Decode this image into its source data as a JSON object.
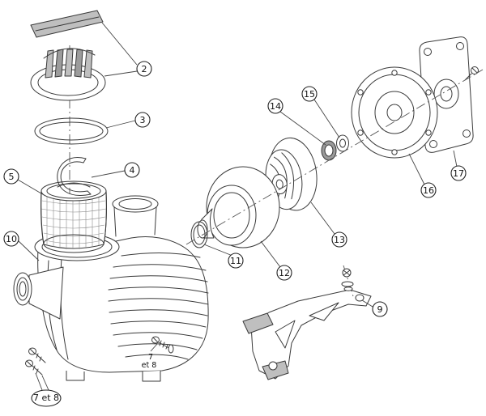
{
  "diagram": {
    "type": "exploded-parts-diagram",
    "subject": "pool pump assembly",
    "background": "#ffffff",
    "line_color": "#3a3a3a",
    "shade_color": "#bfbfbf"
  },
  "callouts": [
    {
      "id": "callout-2",
      "label": "2"
    },
    {
      "id": "callout-3",
      "label": "3"
    },
    {
      "id": "callout-4",
      "label": "4"
    },
    {
      "id": "callout-5",
      "label": "5"
    },
    {
      "id": "callout-10",
      "label": "10"
    },
    {
      "id": "callout-11",
      "label": "11"
    },
    {
      "id": "callout-12",
      "label": "12"
    },
    {
      "id": "callout-13",
      "label": "13"
    },
    {
      "id": "callout-14",
      "label": "14"
    },
    {
      "id": "callout-15",
      "label": "15"
    },
    {
      "id": "callout-16",
      "label": "16"
    },
    {
      "id": "callout-17",
      "label": "17"
    },
    {
      "id": "callout-9",
      "label": "9"
    },
    {
      "id": "callout-7-8-oval",
      "label": "7 et 8"
    }
  ],
  "inline_labels": {
    "screws_mid_line1": "7",
    "screws_mid_line2": "et 8"
  },
  "parts": [
    {
      "name": "lid-lock-bar"
    },
    {
      "name": "pump-lid"
    },
    {
      "name": "lid-o-ring"
    },
    {
      "name": "basket-handle"
    },
    {
      "name": "strainer-basket"
    },
    {
      "name": "pump-housing"
    },
    {
      "name": "diffuser-o-ring"
    },
    {
      "name": "diffuser"
    },
    {
      "name": "impeller"
    },
    {
      "name": "shaft-seal-rotary"
    },
    {
      "name": "shaft-seal-seat"
    },
    {
      "name": "seal-plate"
    },
    {
      "name": "motor-flange"
    },
    {
      "name": "motor-bracket"
    },
    {
      "name": "screws"
    }
  ]
}
